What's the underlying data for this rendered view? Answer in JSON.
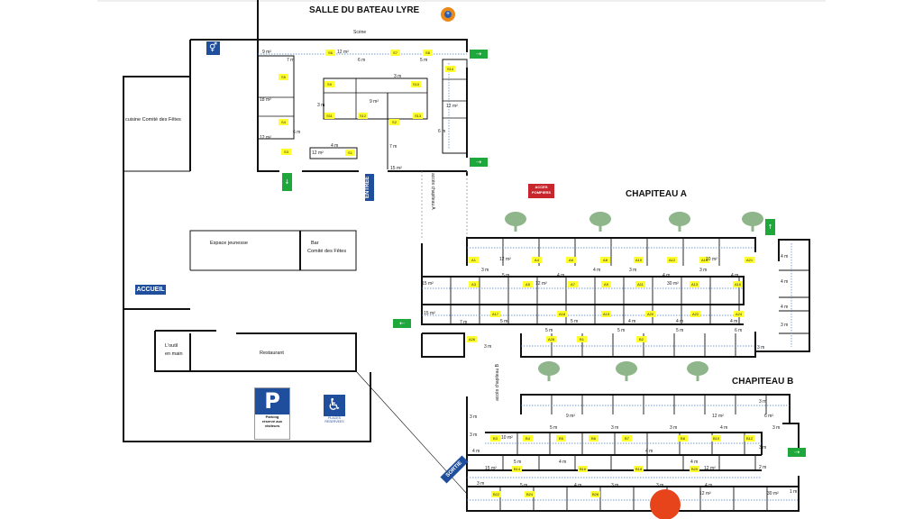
{
  "titles": {
    "salle": "SALLE DU BATEAU LYRE",
    "scene": "Scène",
    "chapiteau_a": "CHAPITEAU A",
    "chapiteau_b": "CHAPITEAU B"
  },
  "rooms": {
    "cuisine": "cuisine Comité des Fêtes",
    "espace_jeunesse": "Espace jeunesse",
    "bar_line1": "Bar",
    "bar_line2": "Comité des Fêtes",
    "outil_line1": "L'outil",
    "outil_line2": "en main",
    "restaurant": "Restaurant"
  },
  "badges": {
    "accueil": "ACCUEIL",
    "entree": "ENTREE",
    "sortie": "SORTIE",
    "acces_pompiers_line1": "ACCES",
    "acces_pompiers_line2": "POMPIERS"
  },
  "corridors": {
    "acces_a": "accès chapiteau A",
    "acces_b": "accès chapiteau B"
  },
  "parking": {
    "letter": "P",
    "line1": "Parking",
    "line2": "réservé aux",
    "line3": "visiteurs",
    "pmr_line1": "PLACES",
    "pmr_line2": "RESERVEES"
  },
  "stands": [
    "S5",
    "S4",
    "S3",
    "S2",
    "S1",
    "S6",
    "S7",
    "S8",
    "S9",
    "S10",
    "S11",
    "S12",
    "S13",
    "S14",
    "A1",
    "A4",
    "A6",
    "A8",
    "A10",
    "A12",
    "A15",
    "A21",
    "A3",
    "A5",
    "A7",
    "A9",
    "A11",
    "A13",
    "A16",
    "A17",
    "A18",
    "A19",
    "A20",
    "A22",
    "A24",
    "A26",
    "A28",
    "B1",
    "B2",
    "B3",
    "B4",
    "B5",
    "B6",
    "B7",
    "B8",
    "B10",
    "B12",
    "B14",
    "B16",
    "B18",
    "B20",
    "B22",
    "B24",
    "B26"
  ],
  "measures": {
    "m3": "3 m",
    "m4": "4 m",
    "m5": "5 m",
    "m6": "6 m",
    "m7": "7 m",
    "m1": "1 m",
    "m2": "2 m",
    "a12": "12 m²",
    "a9": "9 m²",
    "a15": "15 m²",
    "a18": "18 m²",
    "a30": "30 m²",
    "a10": "10 m²",
    "a6": "6 m²"
  },
  "colors": {
    "wall": "#111111",
    "dim": "#4a7fc1",
    "stand": "#ffff2e",
    "exit": "#1ea83c",
    "badge": "#1f4e9c",
    "pompiers": "#c8262c",
    "tree": "#8fb58a",
    "marker": "#e8441c"
  },
  "icons": [
    "toilet-icon",
    "first-aid-icon",
    "emergency-exit-icon",
    "tree-icon",
    "parking-icon",
    "wheelchair-icon",
    "location-marker-icon"
  ]
}
